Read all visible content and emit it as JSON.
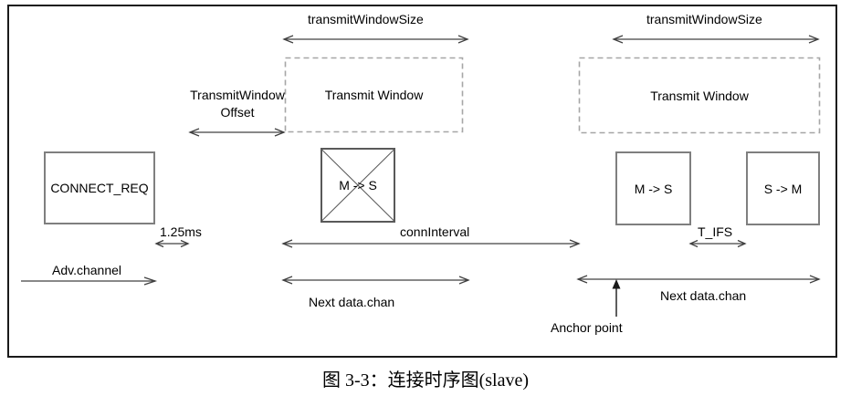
{
  "caption": "图 3-3：连接时序图(slave)",
  "boxes": {
    "connect_req": "CONNECT_REQ",
    "crossed_packet": "M -> S",
    "master_to_slave": "M -> S",
    "slave_to_master": "S -> M",
    "transmit_window_left": "Transmit Window",
    "transmit_window_right": "Transmit Window"
  },
  "labels": {
    "transmit_window_size_left": "transmitWindowSize",
    "transmit_window_size_right": "transmitWindowSize",
    "transmit_window_offset": "TransmitWindow Offset",
    "delay_1_25ms": "1.25ms",
    "conn_interval": "connInterval",
    "t_ifs": "T_IFS",
    "adv_channel": "Adv.channel",
    "next_data_chan_left": "Next data.chan",
    "next_data_chan_right": "Next data.chan",
    "anchor_point": "Anchor point"
  },
  "colors": {
    "background": "#ffffff",
    "frame_border": "#1a1a1a",
    "solid_box_border": "#7f7f7f",
    "crossed_box_border": "#595959",
    "dashed_box_border": "#a6a6a6",
    "arrow": "#404040",
    "anchor_arrow": "#1a1a1a",
    "text": "#000000"
  }
}
